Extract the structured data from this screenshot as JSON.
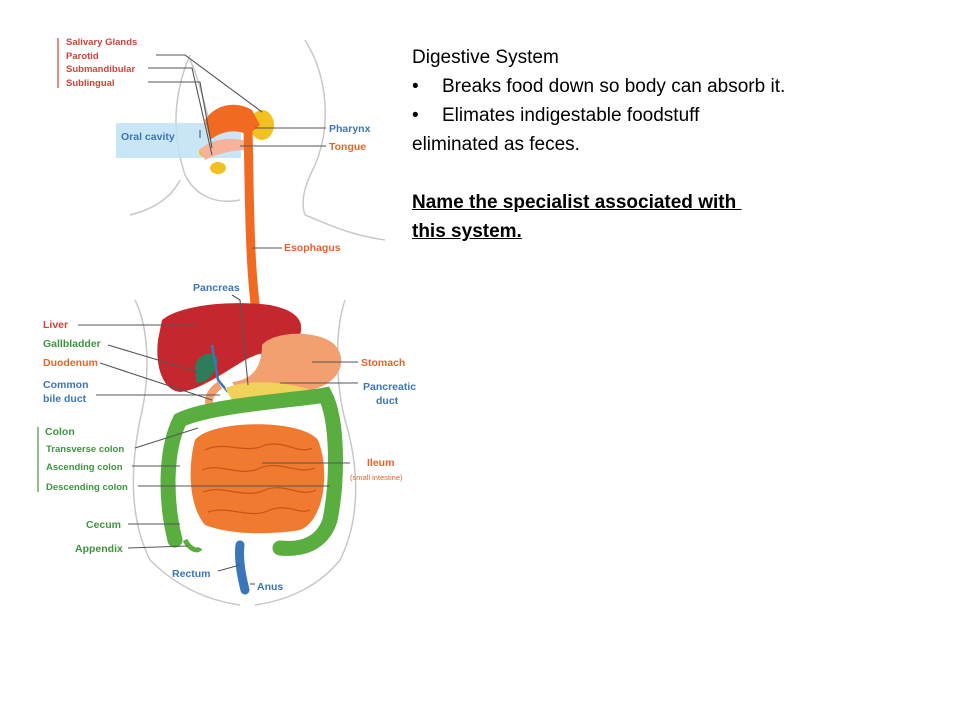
{
  "slide": {
    "title": "Digestive System",
    "bullet_char": "•",
    "bullets": [
      "Breaks food down so body can absorb it.",
      "Elimates indigestable foodstuff"
    ],
    "continuation": "eliminated as feces.",
    "question": [
      "Name the specialist associated with ",
      "this system."
    ]
  },
  "diagram": {
    "labels": {
      "salivary_glands": "Salivary Glands",
      "parotid": "Parotid",
      "submandibular": "Submandibular",
      "sublingual": "Sublingual",
      "oral_cavity": "Oral cavity",
      "pharynx": "Pharynx",
      "tongue": "Tongue",
      "esophagus": "Esophagus",
      "pancreas": "Pancreas",
      "liver": "Liver",
      "gallbladder": "Gallbladder",
      "duodenum": "Duodenum",
      "common_bile_duct_1": "Common",
      "common_bile_duct_2": "bile duct",
      "stomach": "Stomach",
      "pancreatic_duct_1": "Pancreatic",
      "pancreatic_duct_2": "duct",
      "colon": "Colon",
      "transverse_colon": "Transverse colon",
      "ascending_colon": "Ascending colon",
      "descending_colon": "Descending colon",
      "ileum": "Ileum",
      "ileum_note": "(small intestine)",
      "cecum": "Cecum",
      "appendix": "Appendix",
      "rectum": "Rectum",
      "anus": "Anus"
    },
    "colors": {
      "label_red": "#d0433a",
      "label_blue": "#3a76b8",
      "label_orange": "#e8632b",
      "label_green": "#3f9440",
      "esophagus": "#f06a22",
      "liver": "#c4282e",
      "stomach": "#f2a070",
      "colon": "#5aad3f",
      "intestine": "#f07a30",
      "salivary": "#f2c020",
      "oral_highlight": "#bfe2f5",
      "body_outline": "#c8c8c8"
    }
  }
}
